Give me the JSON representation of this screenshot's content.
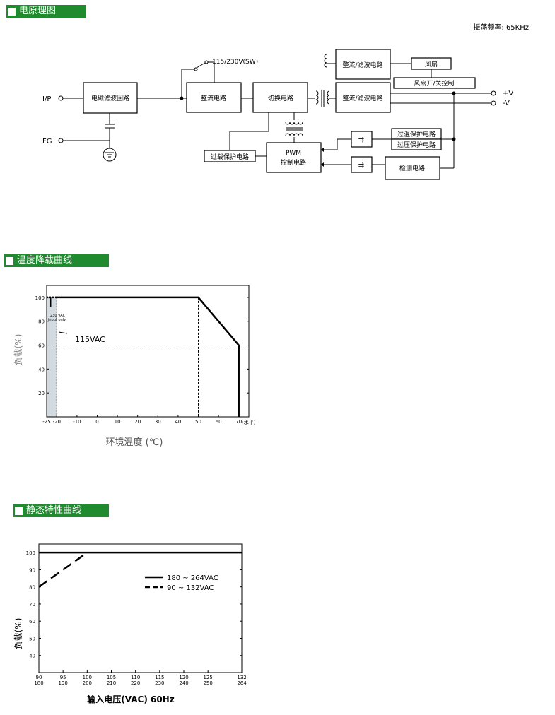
{
  "sections": {
    "block_diagram": "电原理图",
    "derating": "温度降载曲线",
    "static": "静态特性曲线"
  },
  "diagram": {
    "osc_freq": "振荡频率: 65KHz",
    "input_label": "I/P",
    "fg_label": "FG",
    "emi_filter": "电磁滤波回路",
    "switch_label": "115/230V(SW)",
    "rectifier": "整流电路",
    "switching": "切换电路",
    "rect_filter_1": "整流/滤波电路",
    "rect_filter_2": "整流/滤波电路",
    "fan": "风扇",
    "fan_control": "风扇开/关控制",
    "plus_v": "+V",
    "minus_v": "-V",
    "otp": "过温保护电路",
    "ovp": "过压保护电路",
    "olp": "过载保护电路",
    "pwm_1": "PWM",
    "pwm_2": "控制电路",
    "detect": "检测电路"
  },
  "chart_data": [
    {
      "type": "line",
      "title": "",
      "xlabel": "环境温度 (℃)",
      "ylabel": "负载(%)",
      "x_unit": "(水平)",
      "xlim": [
        -25,
        75
      ],
      "ylim": [
        0,
        110
      ],
      "x_ticks": [
        -25,
        -20,
        -10,
        0,
        10,
        20,
        30,
        40,
        50,
        60,
        70
      ],
      "y_ticks": [
        20,
        40,
        60,
        80,
        100
      ],
      "series": [
        {
          "name": "",
          "style": "solid",
          "x": [
            -20,
            50,
            70,
            70
          ],
          "y": [
            100,
            100,
            60,
            0
          ]
        },
        {
          "name": "",
          "style": "dotted",
          "x": [
            -25,
            -20
          ],
          "y": [
            100,
            100
          ]
        }
      ],
      "annotations": {
        "vac_115": "115VAC",
        "vac_230_a": "230 VAC",
        "vac_230_b": "input only"
      },
      "shaded_region": {
        "x": [
          -25,
          -20
        ],
        "color": "#d3dae0"
      }
    },
    {
      "type": "line",
      "title": "",
      "xlabel": "输入电压(VAC) 60Hz",
      "ylabel": "负载(%)",
      "xlim": [
        90,
        132
      ],
      "ylim": [
        30,
        105
      ],
      "x_ticks_top": [
        "90",
        "95",
        "100",
        "105",
        "110",
        "115",
        "120",
        "125",
        "132"
      ],
      "x_ticks_bottom": [
        "180",
        "190",
        "200",
        "210",
        "220",
        "230",
        "240",
        "250",
        "264"
      ],
      "y_ticks": [
        40,
        50,
        60,
        70,
        80,
        90,
        100
      ],
      "series": [
        {
          "name": "180 ~ 264VAC",
          "style": "solid",
          "x": [
            90,
            132
          ],
          "y": [
            100,
            100
          ]
        },
        {
          "name": "90 ~ 132VAC",
          "style": "dashed",
          "x": [
            90,
            100,
            132
          ],
          "y": [
            80,
            100,
            100
          ]
        }
      ]
    }
  ]
}
